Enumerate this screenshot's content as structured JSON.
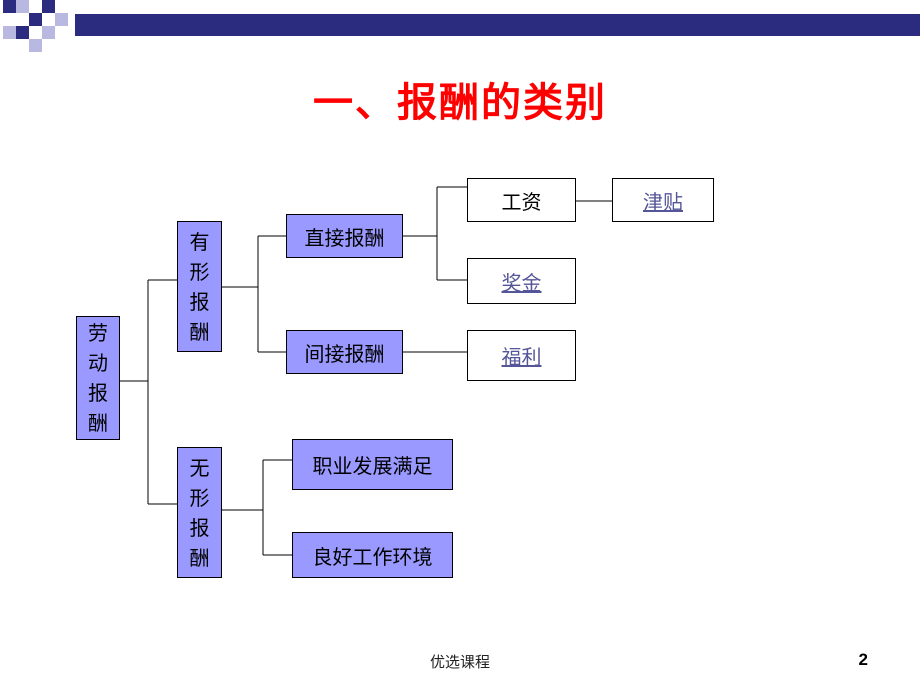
{
  "slide": {
    "title": "一、报酬的类别",
    "footer": "优选课程",
    "page_number": "2"
  },
  "colors": {
    "title": "#ff0000",
    "node_fill": "#9999ff",
    "banner": "#2b2b80",
    "link": "#555599"
  },
  "diagram": {
    "root": {
      "label": "劳动报酬",
      "chars": [
        "劳",
        "动",
        "报",
        "酬"
      ]
    },
    "tangible": {
      "label": "有形报酬",
      "chars": [
        "有",
        "形",
        "报",
        "酬"
      ]
    },
    "intangible": {
      "label": "无形报酬",
      "chars": [
        "无",
        "形",
        "报",
        "酬"
      ]
    },
    "direct": "直接报酬",
    "indirect": "间接报酬",
    "career": "职业发展满足",
    "environment": "良好工作环境",
    "wage": "工资",
    "allowance": "津贴",
    "bonus": "奖金",
    "welfare": "福利"
  }
}
